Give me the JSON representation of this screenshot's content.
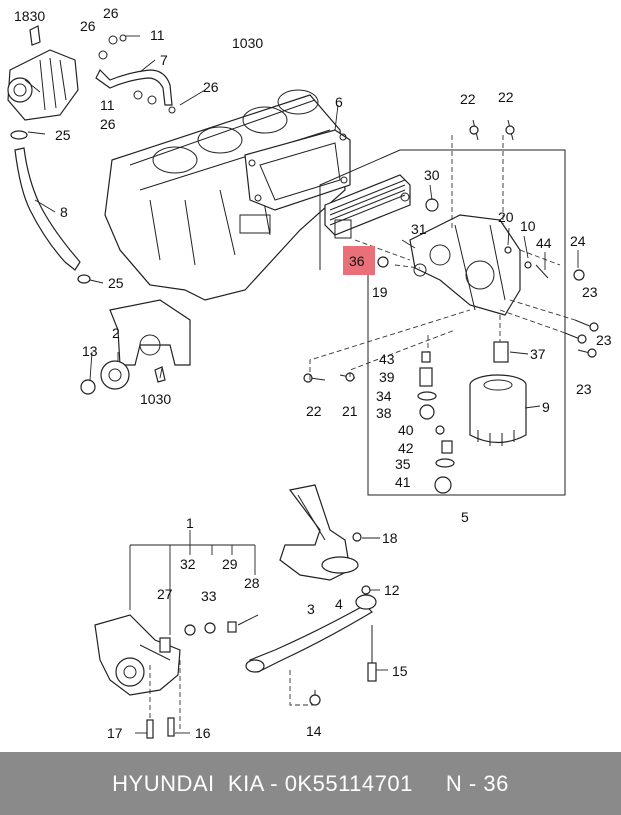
{
  "diagram": {
    "callouts": [
      "1830",
      "26",
      "26",
      "11",
      "7",
      "1030",
      "26",
      "11",
      "26",
      "25",
      "6",
      "22",
      "22",
      "8",
      "30",
      "25",
      "20",
      "10",
      "31",
      "44",
      "24",
      "36",
      "19",
      "2",
      "23",
      "13",
      "23",
      "1030",
      "43",
      "37",
      "39",
      "23",
      "22",
      "21",
      "34",
      "9",
      "38",
      "40",
      "42",
      "35",
      "41",
      "5",
      "1",
      "18",
      "32",
      "29",
      "27",
      "33",
      "28",
      "12",
      "3",
      "4",
      "15",
      "17",
      "16",
      "14"
    ],
    "highlighted_callout": "36",
    "highlight_color": "#e96f78"
  },
  "footer": {
    "text": "HYUNDAI  KIA - 0K55114701     N - 36",
    "bg_color": "#8a8a8a",
    "text_color": "#ffffff"
  }
}
